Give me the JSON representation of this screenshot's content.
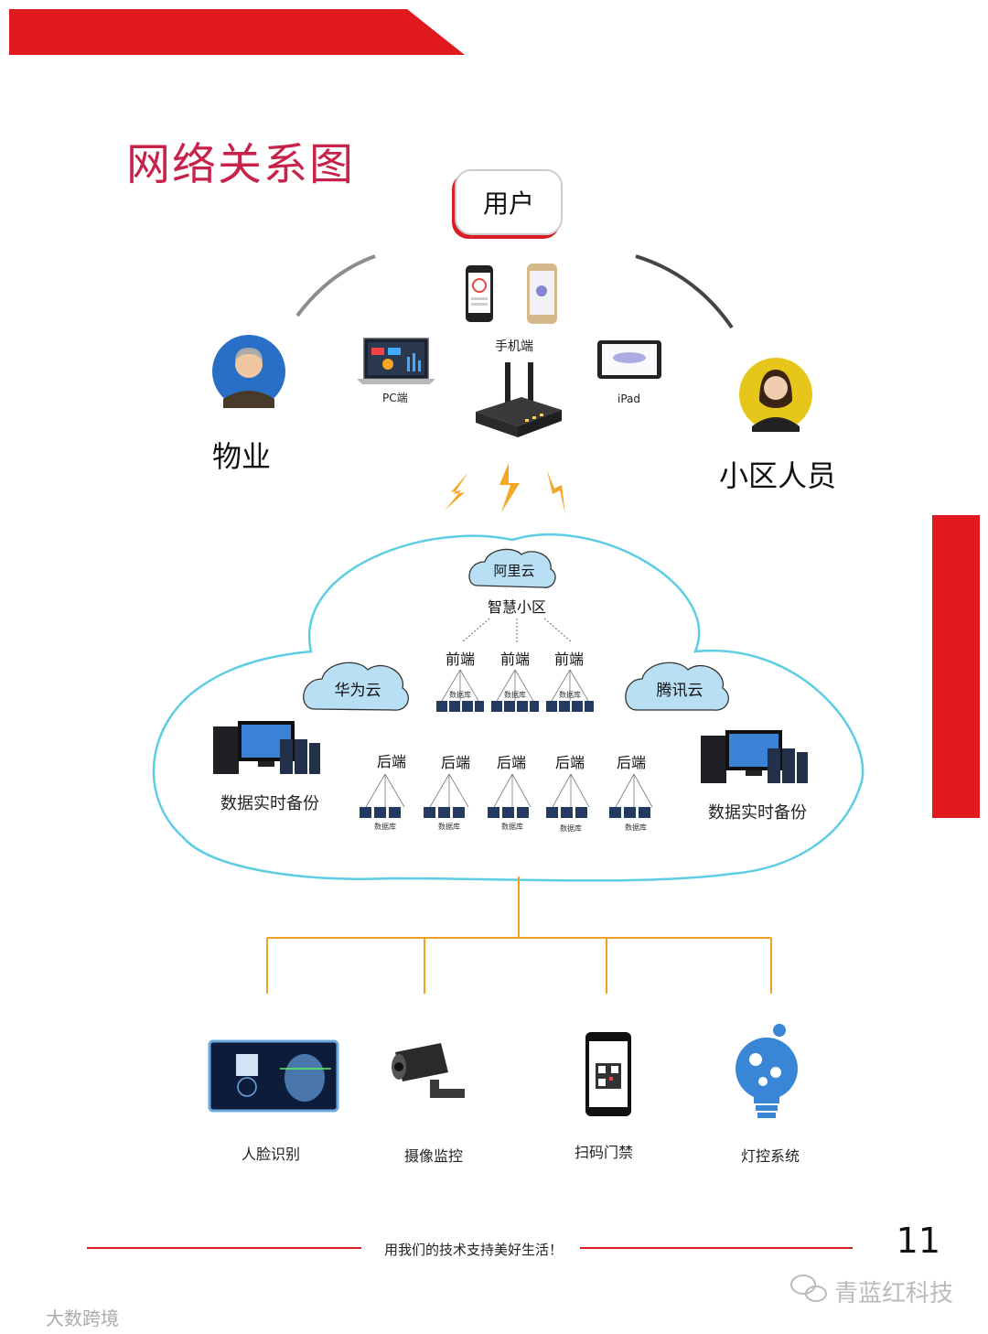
{
  "title": "网络关系图",
  "user": "用户",
  "mobile_label": "手机端",
  "pc_label": "PC端",
  "ipad_label": "iPad",
  "property_label": "物业",
  "resident_label": "小区人员",
  "clouds": {
    "aliyun": "阿里云",
    "huawei": "华为云",
    "tencent": "腾讯云"
  },
  "smart_community": "智慧小区",
  "frontend": [
    "前端",
    "前端",
    "前端"
  ],
  "backend": [
    "后端",
    "后端",
    "后端",
    "后端",
    "后端"
  ],
  "database": "数据库",
  "backup_left": "数据实时备份",
  "backup_right": "数据实时备份",
  "devices": [
    "人脸识别",
    "摄像监控",
    "扫码门禁",
    "灯控系统"
  ],
  "slogan": "用我们的技术支持美好生活！",
  "page_number": "11",
  "brand": "青蓝红科技",
  "watermark": "大数跨境",
  "colors": {
    "accent_red": "#e0191f",
    "title_pink": "#c8224a",
    "cloud_outline": "#5ccde3",
    "tree_orange": "#f0a020",
    "bolt": "#f5a623"
  }
}
